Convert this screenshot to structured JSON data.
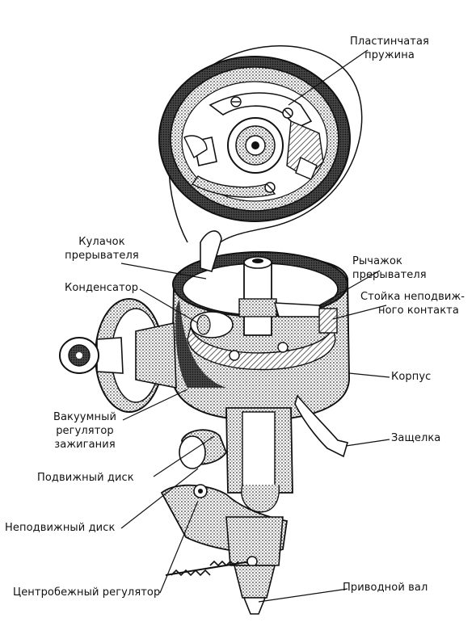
{
  "labels": {
    "leaf_spring": [
      "Пластинчатая",
      "пружина"
    ],
    "breaker_cam": [
      "Кулачок",
      "прерывателя"
    ],
    "breaker_lever": [
      "Рычажок",
      "прерывателя"
    ],
    "condenser": "Конденсатор",
    "fixed_contact_post": [
      "Стойка неподвиж-",
      "ного контакта"
    ],
    "housing": "Корпус",
    "vacuum_advance": [
      "Вакуумный",
      "регулятор",
      "зажигания"
    ],
    "latch": "Защелка",
    "movable_plate": "Подвижный диск",
    "fixed_plate": "Неподвижный диск",
    "centrifugal_advance": "Центробежный регулятор",
    "drive_shaft": "Приводной вал"
  },
  "colors": {
    "ink": "#111111",
    "dark_fill": "#2a2a2a",
    "stipple": "#4a4a4a",
    "paper": "#ffffff"
  }
}
